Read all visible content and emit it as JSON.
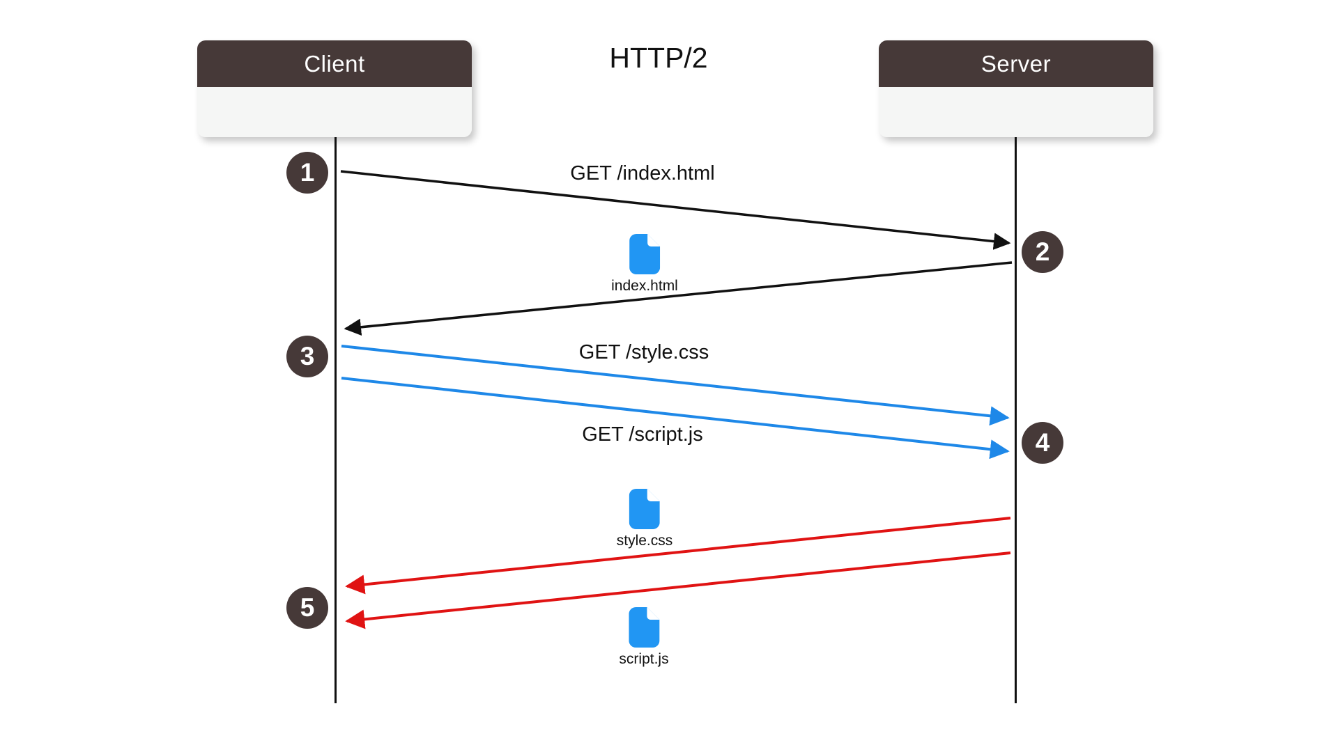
{
  "title": "HTTP/2",
  "participants": [
    {
      "name": "Client"
    },
    {
      "name": "Server"
    }
  ],
  "steps": [
    "1",
    "2",
    "3",
    "4",
    "5"
  ],
  "arrows": [
    {
      "id": "request-index",
      "label": "GET /index.html",
      "from": "client",
      "to": "server",
      "color": "#111111"
    },
    {
      "id": "response-index",
      "file": "index.html",
      "from": "server",
      "to": "client",
      "color": "#111111"
    },
    {
      "id": "request-style",
      "label": "GET /style.css",
      "from": "client",
      "to": "server",
      "color": "#1e88e8"
    },
    {
      "id": "request-script",
      "label": "GET /script.js",
      "from": "client",
      "to": "server",
      "color": "#1e88e8"
    },
    {
      "id": "response-style",
      "file": "style.css",
      "from": "server",
      "to": "client",
      "color": "#e01313"
    },
    {
      "id": "response-script",
      "file": "script.js",
      "from": "server",
      "to": "client",
      "color": "#e01313"
    }
  ],
  "files": [
    {
      "label": "index.html"
    },
    {
      "label": "style.css"
    },
    {
      "label": "script.js"
    }
  ],
  "theme": {
    "background": "#ffffff",
    "dark": "#463938",
    "panel_body": "#f5f6f5",
    "text_black": "#111111",
    "arrow_blue": "#1e88e8",
    "arrow_red": "#e01313",
    "file_icon_blue": "#2196f3"
  }
}
